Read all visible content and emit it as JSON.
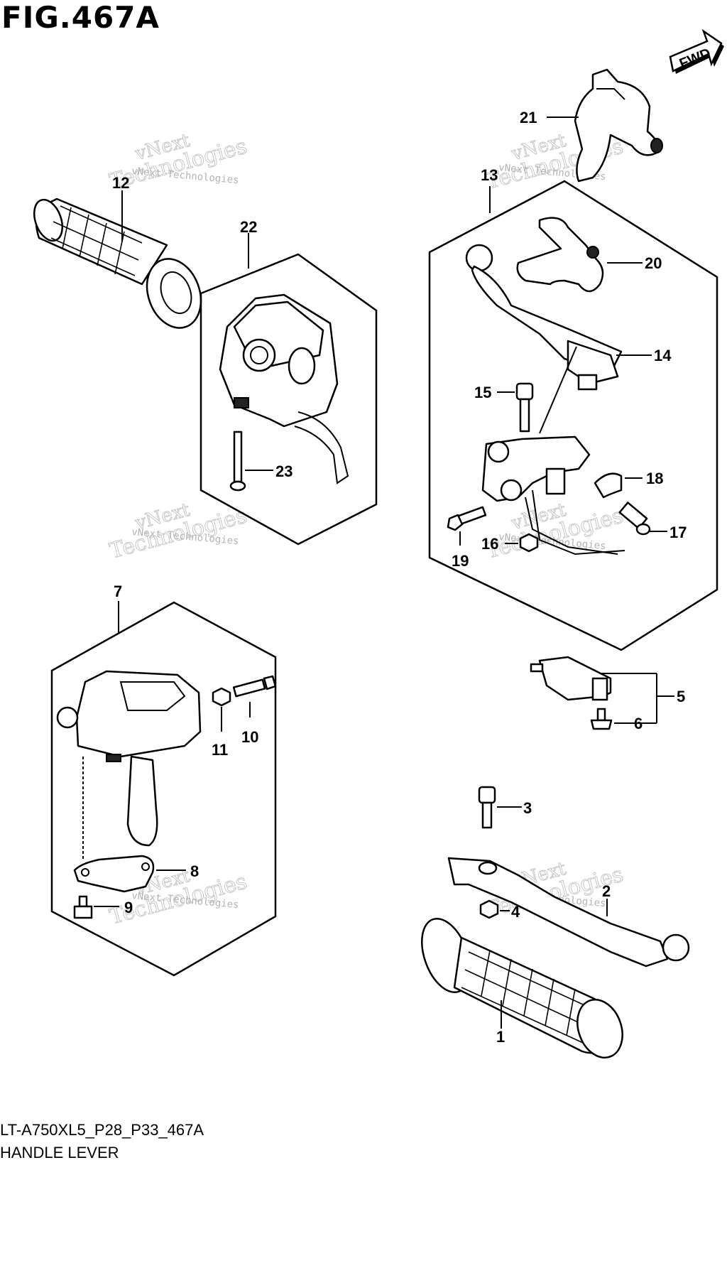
{
  "figure": {
    "title": "FIG.467A",
    "model_code": "LT-A750XL5_P28_P33_467A",
    "name": "HANDLE LEVER"
  },
  "direction_badge": "FWD",
  "watermark": {
    "line1": "vNext",
    "line2": "Technologies",
    "small": "vNext Technologies"
  },
  "callouts": {
    "p1": "1",
    "p2": "2",
    "p3": "3",
    "p4": "4",
    "p5": "5",
    "p6": "6",
    "p7": "7",
    "p8": "8",
    "p9": "9",
    "p10": "10",
    "p11": "11",
    "p12": "12",
    "p13": "13",
    "p14": "14",
    "p15": "15",
    "p16": "16",
    "p17": "17",
    "p18": "18",
    "p19": "19",
    "p20": "20",
    "p21": "21",
    "p22": "22",
    "p23": "23"
  }
}
